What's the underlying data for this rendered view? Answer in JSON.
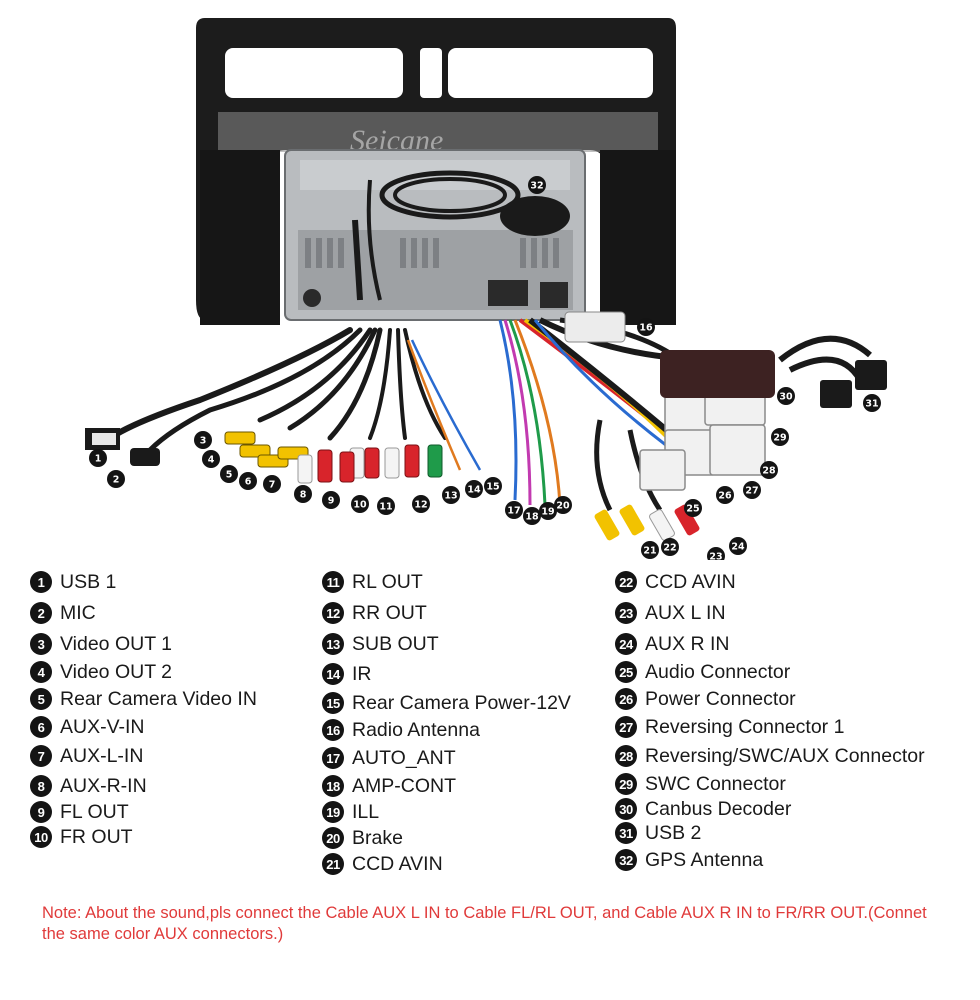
{
  "watermark": "Seicane",
  "legend": [
    {
      "num": "1",
      "label": "USB 1"
    },
    {
      "num": "2",
      "label": "MIC"
    },
    {
      "num": "3",
      "label": "Video OUT 1"
    },
    {
      "num": "4",
      "label": "Video OUT 2"
    },
    {
      "num": "5",
      "label": "Rear Camera Video IN"
    },
    {
      "num": "6",
      "label": "AUX-V-IN"
    },
    {
      "num": "7",
      "label": "AUX-L-IN"
    },
    {
      "num": "8",
      "label": "AUX-R-IN"
    },
    {
      "num": "9",
      "label": "FL OUT"
    },
    {
      "num": "10",
      "label": "FR OUT"
    },
    {
      "num": "11",
      "label": "RL OUT"
    },
    {
      "num": "12",
      "label": "RR OUT"
    },
    {
      "num": "13",
      "label": "SUB OUT"
    },
    {
      "num": "14",
      "label": "IR"
    },
    {
      "num": "15",
      "label": "Rear Camera Power-12V"
    },
    {
      "num": "16",
      "label": "Radio Antenna"
    },
    {
      "num": "17",
      "label": "AUTO_ANT"
    },
    {
      "num": "18",
      "label": "AMP-CONT"
    },
    {
      "num": "19",
      "label": "ILL"
    },
    {
      "num": "20",
      "label": "Brake"
    },
    {
      "num": "21",
      "label": "CCD AVIN"
    },
    {
      "num": "22",
      "label": "CCD AVIN"
    },
    {
      "num": "23",
      "label": "AUX L IN"
    },
    {
      "num": "24",
      "label": "AUX R IN"
    },
    {
      "num": "25",
      "label": "Audio Connector"
    },
    {
      "num": "26",
      "label": "Power Connector"
    },
    {
      "num": "27",
      "label": "Reversing Connector 1"
    },
    {
      "num": "28",
      "label": "Reversing/SWC/AUX Connector"
    },
    {
      "num": "29",
      "label": "SWC Connector"
    },
    {
      "num": "30",
      "label": "Canbus Decoder"
    },
    {
      "num": "31",
      "label": "USB 2"
    },
    {
      "num": "32",
      "label": "GPS Antenna"
    }
  ],
  "note": "Note: About the sound,pls connect the Cable AUX L IN to Cable FL/RL OUT, and Cable AUX R IN to FR/RR OUT.(Connet the same color AUX connectors.)",
  "colors": {
    "note": "#e03a3a",
    "badge": "#141414",
    "frame": "#1c1c1c",
    "rca_yellow": "#f2c200",
    "rca_red": "#d8242b",
    "rca_white": "#f4f4f4",
    "rca_green": "#1f9b4a"
  }
}
